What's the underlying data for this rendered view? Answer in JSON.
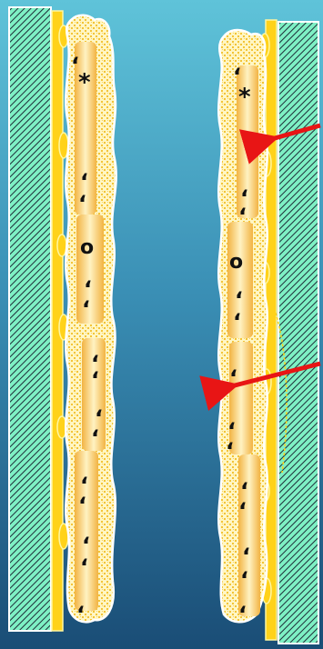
{
  "diagram": {
    "left_column": {
      "marks_top_to_bottom": [
        "ʻ",
        "*",
        "ʻ",
        "ʻ",
        "o",
        "ʻ",
        "ʻ",
        "ʻ",
        "ʻ",
        "ʻ",
        "ʻ",
        "ʻ",
        "ʻ",
        "ʻ",
        "ʻ",
        "ʻ"
      ]
    },
    "right_column": {
      "marks_top_to_bottom": [
        "ʻ",
        "*",
        "ʻ",
        "ʻ",
        "o",
        "ʻ",
        "ʻ",
        "ʻ",
        "ʻ",
        "ʻ",
        "ʻ",
        "ʻ",
        "ʻ",
        "ʻ",
        "ʻ"
      ]
    },
    "arrow_count": 2
  },
  "colors": {
    "background_top": "#5fc3d9",
    "background_bottom": "#1a4d76",
    "hatch_fill": "#7ef0c4",
    "hatch_line": "#1e2d38",
    "strip_yellow": "#ffd21a",
    "tissue_light": "#fff6c4",
    "tissue_dot": "#f3c437",
    "cell_gradient_light": "#fff2c2",
    "cell_gradient_dark": "#f2b342",
    "outline": "#ffffff",
    "arrow": "#e81515",
    "symbol": "#111111"
  }
}
